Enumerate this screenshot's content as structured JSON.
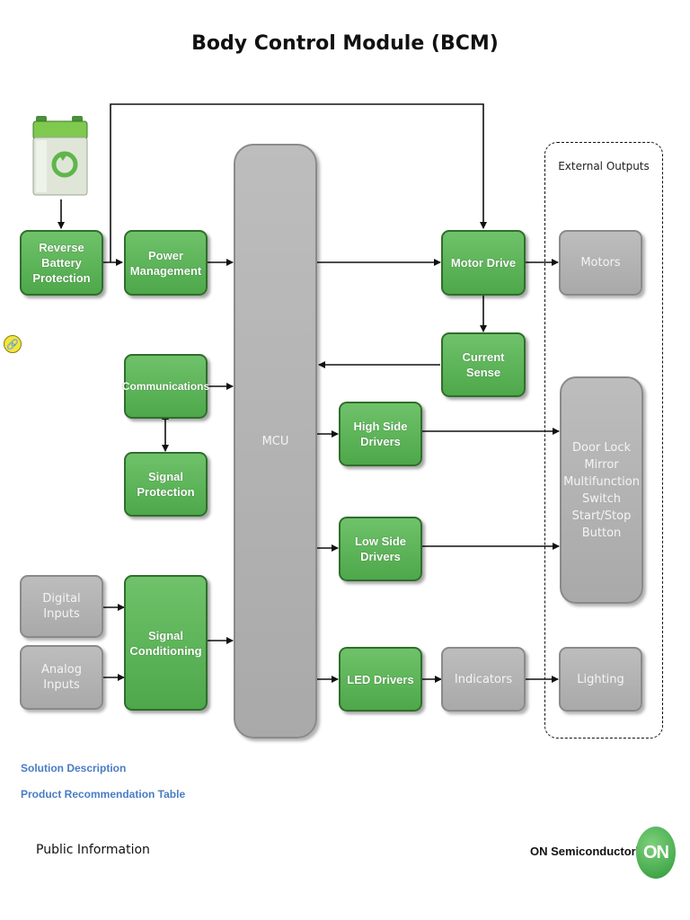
{
  "title": "Body Control Module (BCM)",
  "external_outputs_label": "External Outputs",
  "blocks": {
    "reverse_battery": "Reverse Battery Protection",
    "power_management": "Power Management",
    "communications": "Communications",
    "signal_protection": "Signal Protection",
    "digital_inputs": "Digital Inputs",
    "analog_inputs": "Analog Inputs",
    "signal_conditioning": "Signal Conditioning",
    "mcu": "MCU",
    "motor_drive": "Motor Drive",
    "current_sense": "Current Sense",
    "high_side_drivers": "High Side Drivers",
    "low_side_drivers": "Low Side Drivers",
    "led_drivers": "LED Drivers",
    "indicators": "Indicators",
    "motors": "Motors",
    "door_lock_group": "Door Lock Mirror Multifunction Switch Start/Stop Button",
    "lighting": "Lighting"
  },
  "links": {
    "solution_description": "Solution Description",
    "product_recommendation": "Product Recommendation Table"
  },
  "footer": {
    "public_information": "Public Information",
    "brand": "ON Semiconductor",
    "logo_text": "ON"
  },
  "colors": {
    "block_green": "#5cb457",
    "block_gray": "#b3b3b3",
    "link_blue": "#4a7cc4"
  },
  "icons": [
    "battery-recycle-icon",
    "attachment-icon",
    "on-semi-logo"
  ]
}
